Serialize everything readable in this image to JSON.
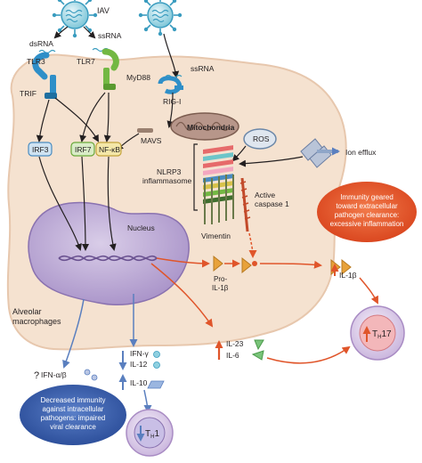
{
  "labels": {
    "iav": "IAV",
    "dsrna": "dsRNA",
    "ssrna_left": "ssRNA",
    "ssrna_right": "ssRNA",
    "tlr3": "TLR3",
    "tlr7": "TLR7",
    "myd88": "MyD88",
    "trif": "TRIF",
    "rig_i": "RIG-I",
    "mavs": "MAVS",
    "mitochondria": "Mitochondria",
    "ros": "ROS",
    "ion_efflux": "Ion efflux",
    "irf3": "IRF3",
    "irf7": "IRF7",
    "nfkb": "NF-κB",
    "nlrp3_line1": "NLRP3",
    "nlrp3_line2": "inflammasome",
    "active_caspase_line1": "Active",
    "active_caspase_line2": "caspase 1",
    "nucleus": "Nucleus",
    "vimentin": "Vimentin",
    "pro_il1b_line1": "Pro-",
    "pro_il1b_line2": "IL-1β",
    "il1b": "IL-1β",
    "alveolar_line1": "Alveolar",
    "alveolar_line2": "macrophages",
    "ifn_ab": "IFN-α/β",
    "ifn_ab_prefix": "?",
    "ifn_g": "IFN-γ",
    "il12": "IL-12",
    "il10": "IL-10",
    "il23": "IL-23",
    "il6": "IL-6",
    "th17_main": "T",
    "th17_sub": "H",
    "th17_num": "17",
    "th1_main": "T",
    "th1_sub": "H",
    "th1_num": "1"
  },
  "callouts": {
    "immunity_geared": [
      "Immunity geared",
      "toward extracellular",
      "pathogen clearance:",
      "excessive inflammation"
    ],
    "decreased_immunity": [
      "Decreased immunity",
      "against intracellular",
      "pathogens: impaired",
      "viral clearance"
    ]
  },
  "colors": {
    "cell_fill": "#f5e2d0",
    "nucleus": "#b9a6d3",
    "callout_orange": "#e8522a",
    "callout_blue": "#3b5fae",
    "arrow_orange": "#e0552a",
    "arrow_blue": "#5a7fbf",
    "receptor_blue": "#2f8fc8",
    "receptor_green": "#73b843",
    "mito": "#9a7a6a"
  }
}
